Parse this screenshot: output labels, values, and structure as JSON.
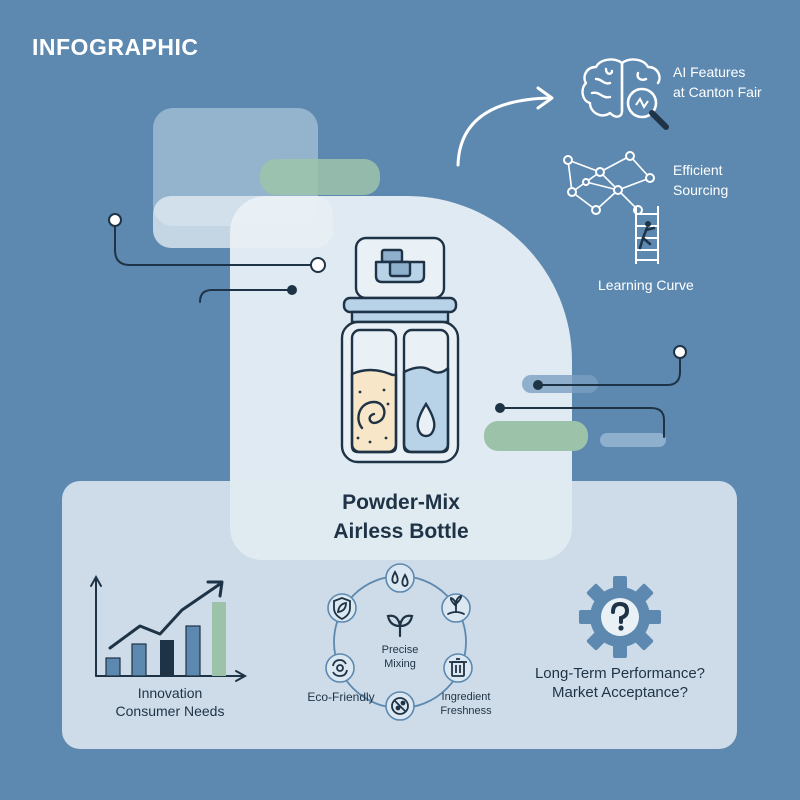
{
  "header": {
    "title": "INFOGRAPHIC"
  },
  "product": {
    "title_line1": "Powder-Mix",
    "title_line2": "Airless Bottle"
  },
  "top_right": {
    "ai_features": {
      "line1": "AI Features",
      "line2": "at Canton Fair",
      "icon": "brain-magnifier-icon"
    },
    "sourcing": {
      "line1": "Efficient",
      "line2": "Sourcing",
      "icon": "network-nodes-icon"
    },
    "learning_curve": {
      "label": "Learning Curve",
      "icon": "ladder-climber-icon"
    }
  },
  "trend": {
    "caption_line1": "Innovation",
    "caption_line2": "Consumer Needs",
    "icon": "growth-bar-chart-icon"
  },
  "benefits": {
    "center_line1": "Precise",
    "center_line2": "Mixing",
    "left_label": "Eco-Friendly",
    "right_line1": "Ingredient",
    "right_line2": "Freshness",
    "icons": [
      "water-drop-icon",
      "plant-hand-icon",
      "trash-can-icon",
      "no-bacteria-icon",
      "recycle-icon",
      "shield-leaf-icon",
      "sprout-icon"
    ]
  },
  "questions": {
    "line1": "Long-Term Performance?",
    "line2": "Market Acceptance?",
    "icon": "gear-question-icon"
  },
  "colors": {
    "background": "#5d89b0",
    "accent_green": "#9cc3a9",
    "navy": "#1f3346",
    "bar_blue": "#5d89b0",
    "powder": "#f7e6c8",
    "liquid": "#b8d3e8"
  }
}
